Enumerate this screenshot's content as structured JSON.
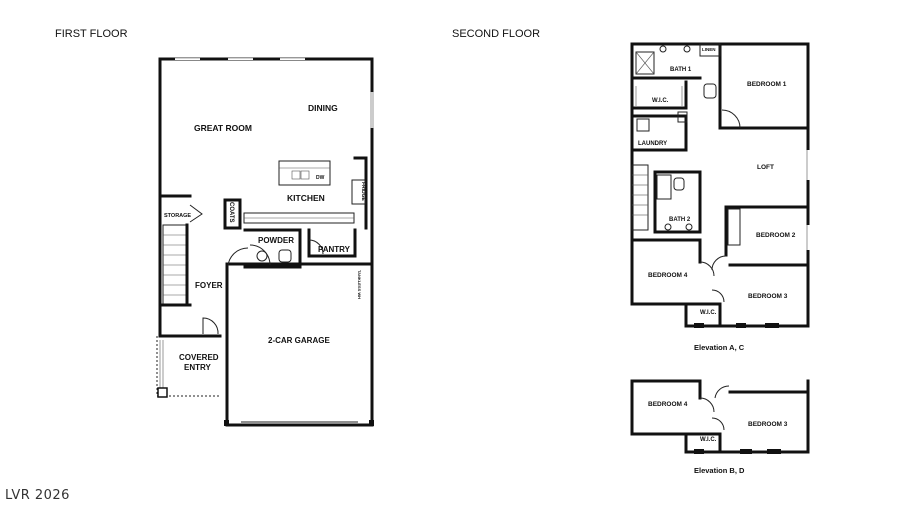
{
  "headings": {
    "first_floor": "FIRST FLOOR",
    "second_floor": "SECOND FLOOR"
  },
  "first_floor_rooms": {
    "great_room": "GREAT ROOM",
    "dining": "DINING",
    "kitchen": "KITCHEN",
    "dw": "DW",
    "fridge": "FRIDGE",
    "coats": "COATS",
    "storage": "STORAGE",
    "powder": "POWDER",
    "pantry": "PANTRY",
    "foyer": "FOYER",
    "tankless": "TANKLESS WH",
    "garage": "2-CAR GARAGE",
    "covered_entry_1": "COVERED",
    "covered_entry_2": "ENTRY"
  },
  "second_floor_rooms": {
    "linen": "LINEN",
    "bath1": "BATH 1",
    "bedroom1": "BEDROOM 1",
    "wic_primary": "W.I.C.",
    "laundry": "LAUNDRY",
    "loft": "LOFT",
    "bath2": "BATH 2",
    "bedroom2": "BEDROOM 2",
    "bedroom4": "BEDROOM 4",
    "bedroom3": "BEDROOM 3",
    "wic": "W.I.C."
  },
  "elevation_bd_rooms": {
    "bedroom4": "BEDROOM 4",
    "bedroom3": "BEDROOM 3",
    "wic": "W.I.C."
  },
  "captions": {
    "elevation_ac": "Elevation A, C",
    "elevation_bd": "Elevation B, D"
  },
  "watermark": "LVR 2026"
}
